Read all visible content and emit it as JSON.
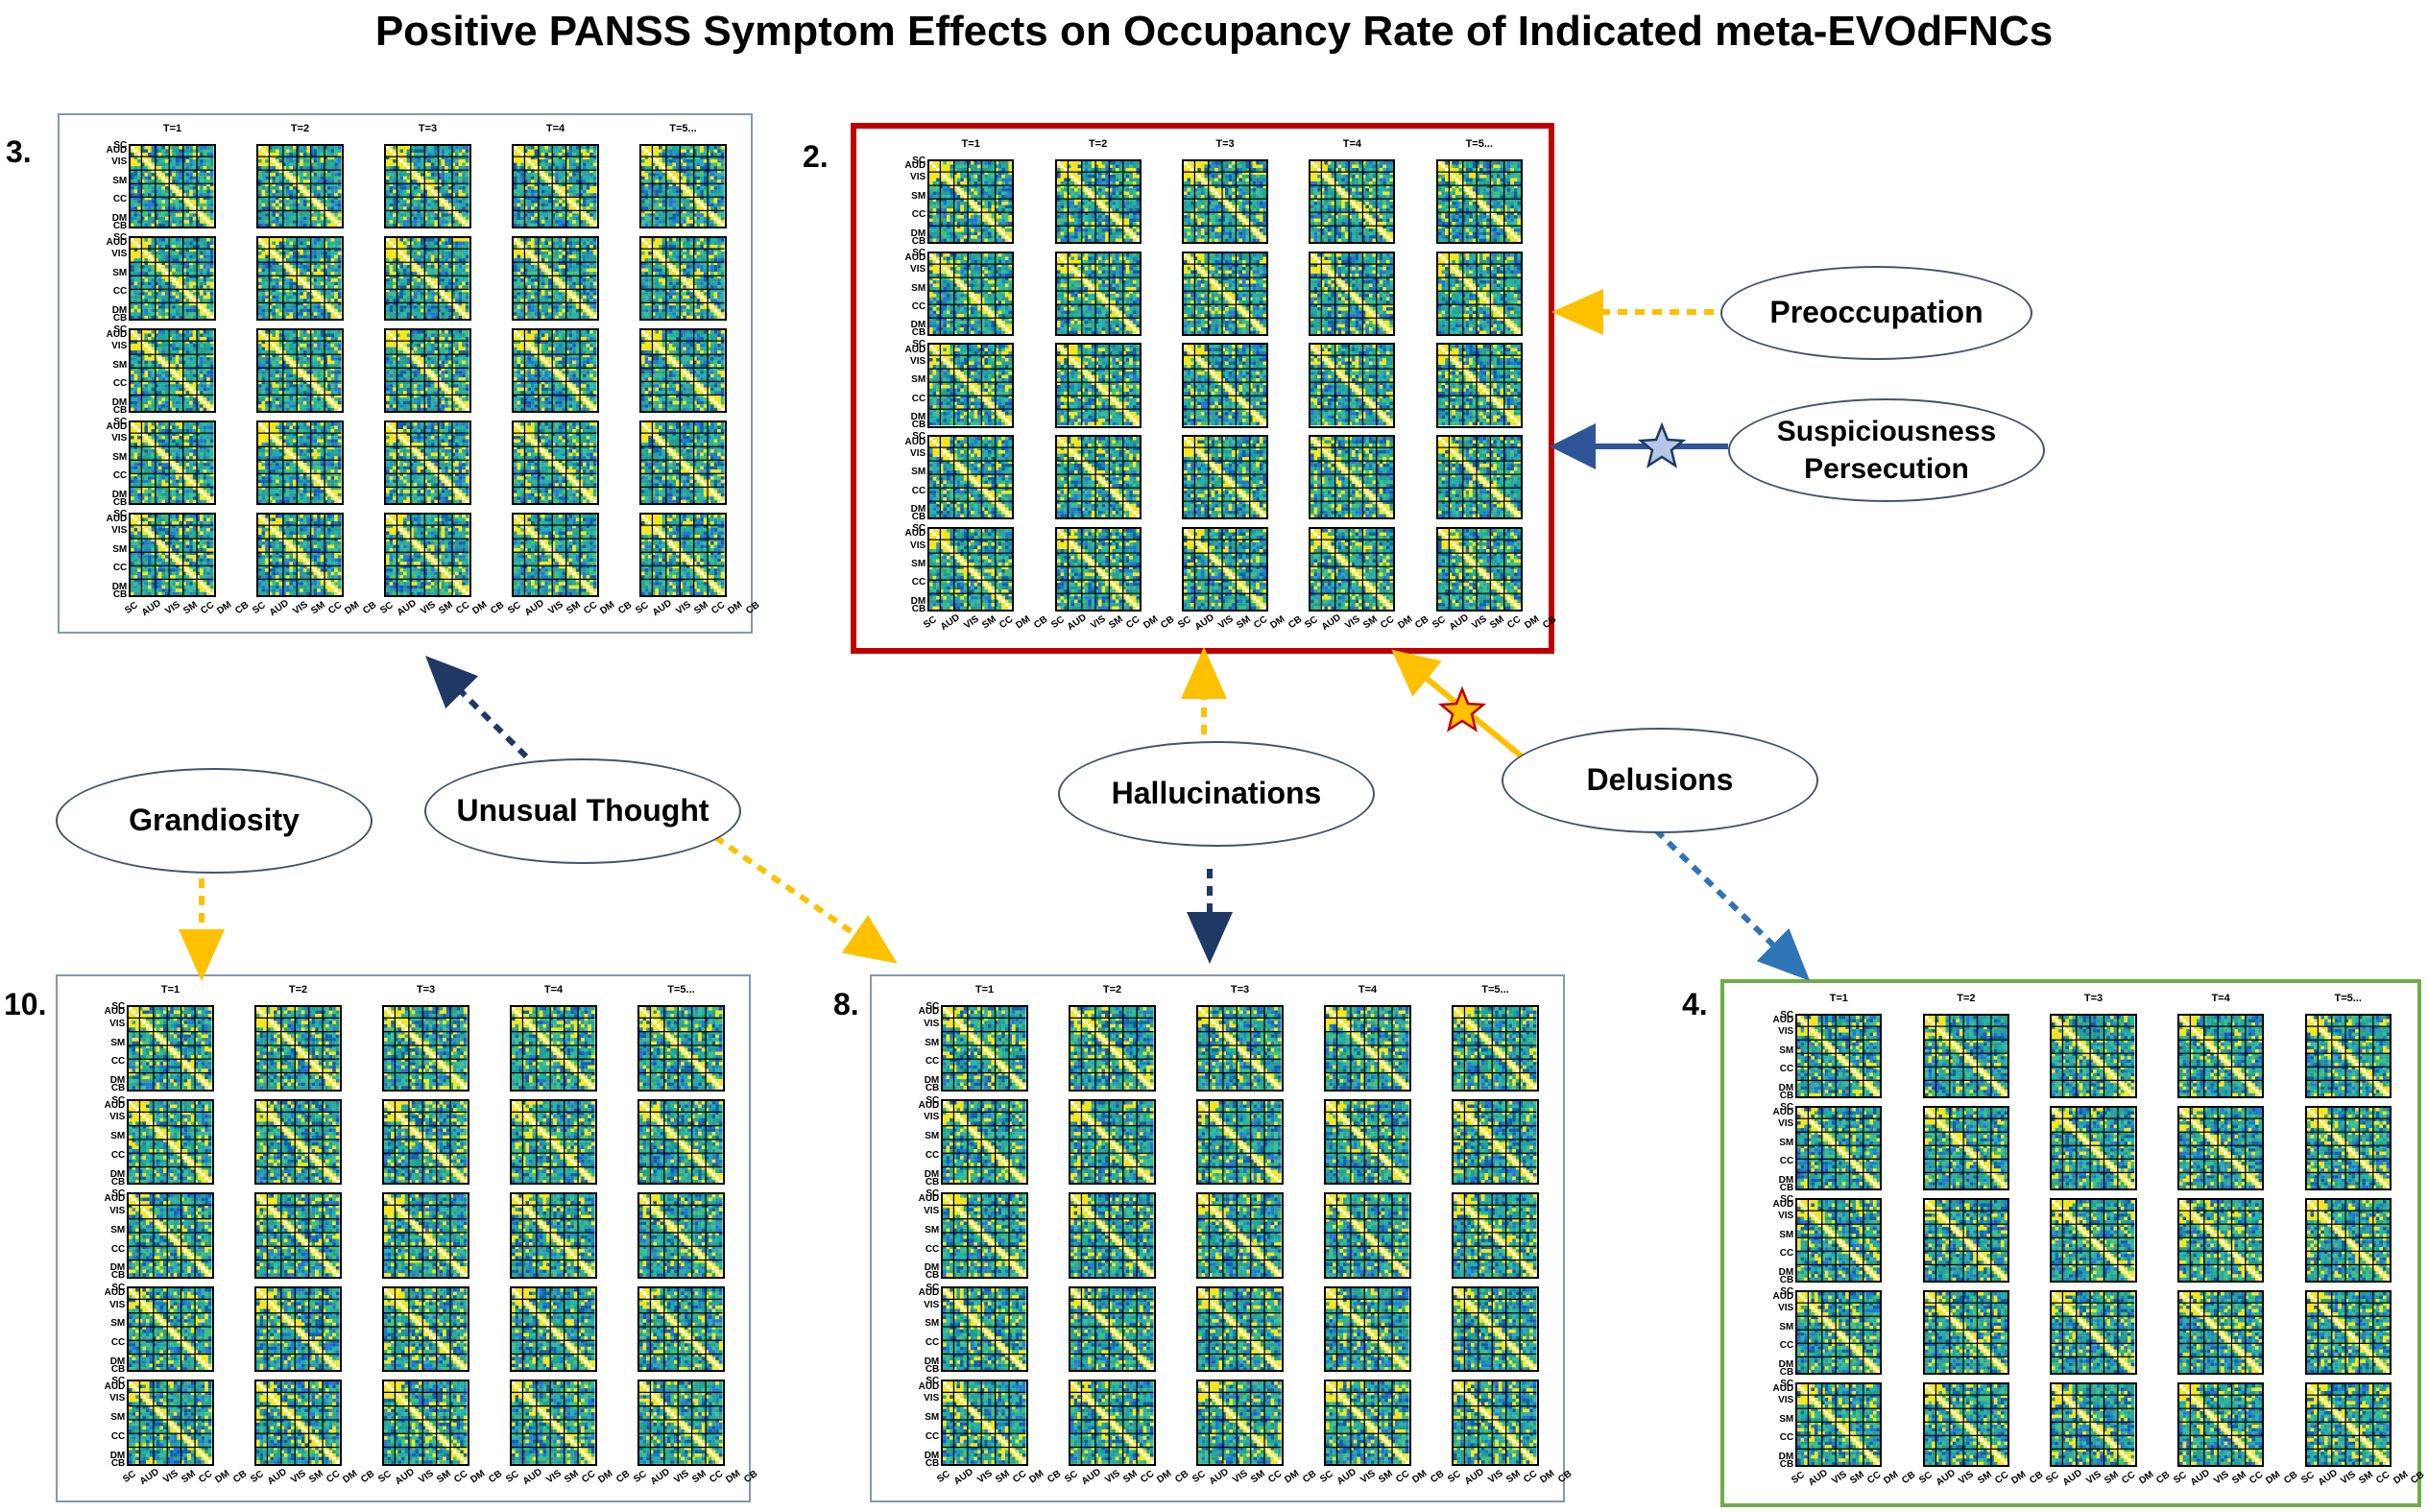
{
  "title": "Positive PANSS Symptom Effects on Occupancy Rate of Indicated meta-EVOdFNCs",
  "col_headers": [
    "T=1",
    "T=2",
    "T=3",
    "T=4",
    "T=5..."
  ],
  "row_axis_labels": [
    "SC",
    "AUD",
    "VIS",
    "SM",
    "CC",
    "DM",
    "CB"
  ],
  "x_axis_labels": [
    "SC",
    "AUD",
    "VIS",
    "SM",
    "CC",
    "DM",
    "CB"
  ],
  "panels": [
    {
      "id": "p3",
      "label": "3.",
      "border_color": "#8497b0"
    },
    {
      "id": "p2",
      "label": "2.",
      "border_color": "#c00000"
    },
    {
      "id": "p10",
      "label": "10.",
      "border_color": "#8497b0"
    },
    {
      "id": "p8",
      "label": "8.",
      "border_color": "#8497b0"
    },
    {
      "id": "p4",
      "label": "4.",
      "border_color": "#70ad47"
    }
  ],
  "symptoms": {
    "preoccupation": "Preoccupation",
    "suspiciousness_1": "Suspiciousness",
    "suspiciousness_2": "Persecution",
    "grandiosity": "Grandiosity",
    "unusual_thought": "Unusual Thought",
    "hallucinations": "Hallucinations",
    "delusions": "Delusions"
  },
  "colors": {
    "dashed_yellow": "#ffc000",
    "dashed_navy": "#1f3864",
    "dashed_blue": "#2e75b6",
    "solid_blue": "#2f5597",
    "solid_yellow": "#ffc000",
    "star_light_blue": "#b4c7e7",
    "star_red_outline": "#c00000",
    "matrix_teal": "#20b2aa",
    "matrix_yellow": "#f5e61a",
    "matrix_blue": "#1f77d4",
    "matrix_green": "#3fbf7f"
  }
}
